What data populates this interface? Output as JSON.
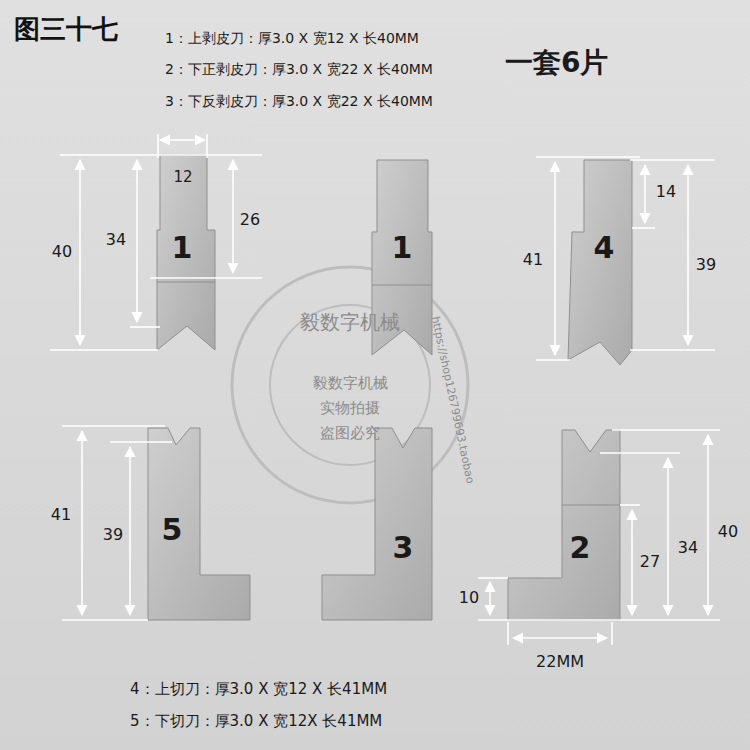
{
  "diagram": {
    "title": "图三十七",
    "labels": [
      "1：上剥皮刀：厚3.0 X 宽12 X 长40MM",
      "2：下正剥皮刀：厚3.0 X 宽22 X 长40MM",
      "3：下反剥皮刀：厚3.0 X 宽22 X 长40MM",
      "一套6片",
      "12",
      "40",
      "34",
      "26",
      "1",
      "1",
      "41",
      "14",
      "39",
      "4",
      "41",
      "39",
      "5",
      "3",
      "10",
      "27",
      "34",
      "40",
      "22MM",
      "2",
      "4：上切刀：厚3.0 X 宽12 X 长41MM",
      "5：下切刀：厚3.0 X 宽12X 长41MM",
      "毅数字机械",
      "实物拍摄",
      "盗图必究",
      "毅数字机械",
      "https://shop126799693.taobao"
    ]
  }
}
